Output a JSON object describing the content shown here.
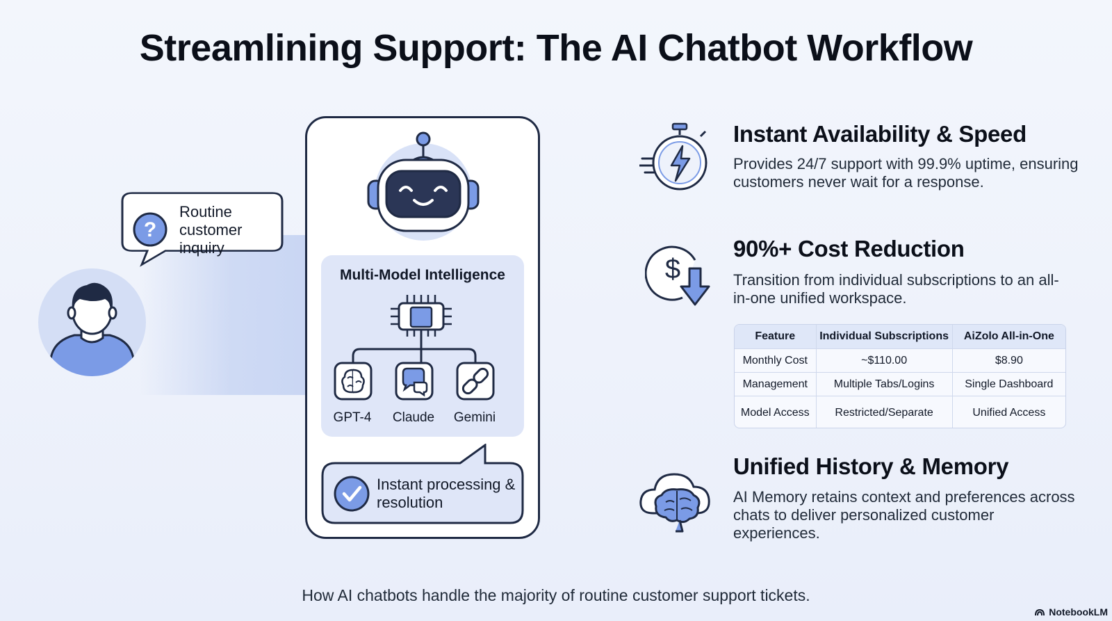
{
  "title": "Streamlining Support: The AI Chatbot Workflow",
  "user": {
    "inquiry": "Routine customer inquiry"
  },
  "chatbot": {
    "section_title": "Multi-Model Intelligence",
    "models": [
      {
        "label": "GPT-4",
        "icon": "brain-icon"
      },
      {
        "label": "Claude",
        "icon": "chat-bubbles-icon"
      },
      {
        "label": "Gemini",
        "icon": "link-icon"
      }
    ],
    "resolution": "Instant processing & resolution"
  },
  "features": [
    {
      "title": "Instant Availability & Speed",
      "description": "Provides 24/7 support with 99.9% uptime, ensuring customers never wait for a response.",
      "icon": "stopwatch-lightning-icon"
    },
    {
      "title": "90%+ Cost Reduction",
      "description": "Transition from individual subscriptions to an all-in-one unified workspace.",
      "icon": "dollar-down-arrow-icon"
    },
    {
      "title": "Unified History & Memory",
      "description": "AI Memory retains context and preferences across chats to deliver personalized customer experiences.",
      "icon": "cloud-brain-icon"
    }
  ],
  "comparison_table": {
    "headers": [
      "Feature",
      "Individual Subscriptions",
      "AiZolo All-in-One"
    ],
    "rows": [
      [
        "Monthly Cost",
        "~$110.00",
        "$8.90"
      ],
      [
        "Management",
        "Multiple Tabs/Logins",
        "Single Dashboard"
      ],
      [
        "Model Access",
        "Restricted/Separate",
        "Unified Access"
      ]
    ]
  },
  "caption": "How AI chatbots handle the majority of routine customer support tickets.",
  "brand": "NotebookLM",
  "colors": {
    "accent": "#6e8fe0",
    "dark": "#1f2a44",
    "panel": "#dfe6f8",
    "background": "#f1f4fb"
  }
}
